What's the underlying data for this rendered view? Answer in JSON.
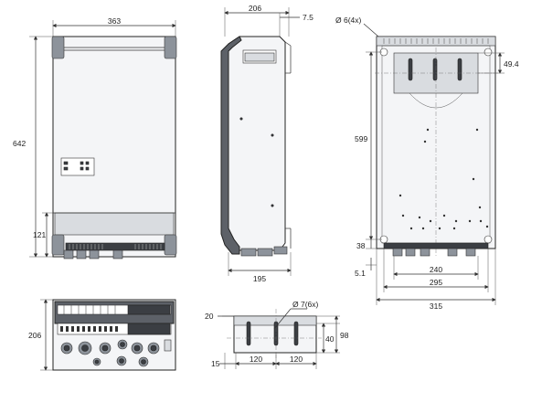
{
  "dimensions": {
    "front_width": "363",
    "front_height": "642",
    "front_bottom_offset": "121",
    "top_view_depth": "206",
    "side_top_depth": "206",
    "side_top_offset": "7.5",
    "side_bottom_depth": "195",
    "rear_hole_label": "Ø 6(4x)",
    "rear_bracket_offset": "49.4",
    "rear_hole_height": "599",
    "rear_bottom_offset": "38",
    "rear_base_offset": "5.1",
    "rear_hole_spacing": "240",
    "rear_inner_width": "295",
    "rear_outer_width": "315",
    "bracket_hole_label": "Ø 7(6x)",
    "bracket_top_offset": "20",
    "bracket_height_1": "40",
    "bracket_height_2": "98",
    "bracket_left_offset": "15",
    "bracket_spacing_left": "120",
    "bracket_spacing_right": "120"
  }
}
